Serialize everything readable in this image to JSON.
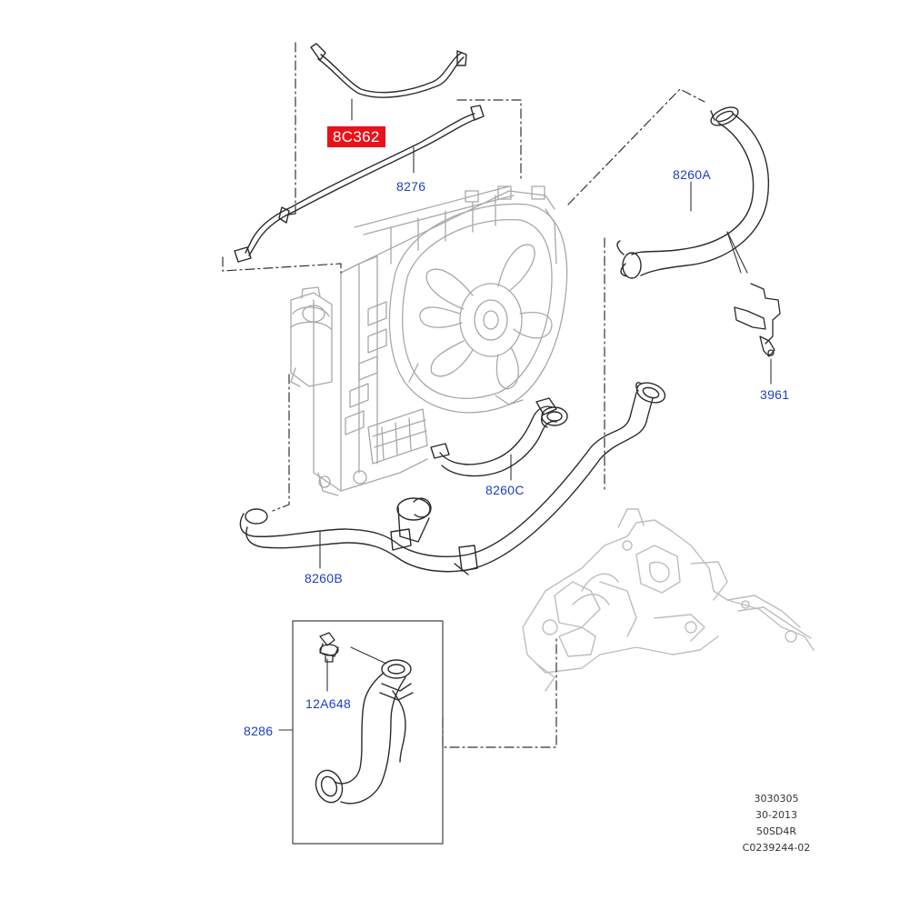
{
  "diagram": {
    "highlight_color": "#e8121b",
    "label_color": "#1b3fc4",
    "line_color": "#2b2b2b",
    "ghost_line_color": "#b8b8b8",
    "parts": {
      "p8C362": "8C362",
      "p8276": "8276",
      "p8260A": "8260A",
      "p3961": "3961",
      "p8260C": "8260C",
      "p8260B": "8260B",
      "p12A648": "12A648",
      "p8286": "8286"
    },
    "reference": {
      "line1": "3030305",
      "line2": "30-2013",
      "line3": "50SD4R",
      "line4": "C0239244-02"
    }
  }
}
